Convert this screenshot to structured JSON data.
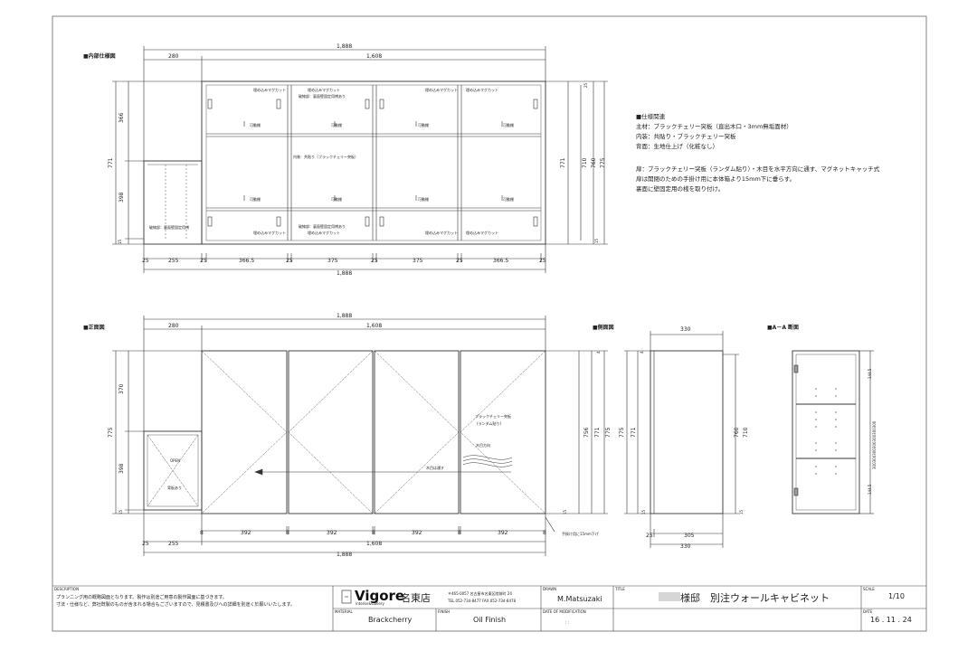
{
  "views": {
    "interior": {
      "title": "■内部仕様図",
      "dim_total": "1,888",
      "dim_left": "280",
      "dim_right": "1,608",
      "dim_h_left": "771",
      "dim_h_upper": "366",
      "dim_h_lower": "398",
      "dim_h_base": "15",
      "dim_r_25": "25",
      "dim_r_710": "710",
      "dim_r_760": "760",
      "dim_r_775": "775",
      "dim_r_771": "771",
      "dim_r_15": "15",
      "bottom_dims": [
        "25",
        "255",
        "25",
        "366.5",
        "25",
        "375",
        "25",
        "375",
        "25",
        "366.5",
        "25"
      ],
      "bottom_total": "1,888",
      "label_movable": "可動棚",
      "label_interior": "内装：共貼り（ブラックチェリー突板）",
      "label_hinge": "埋め込みマグカット",
      "label_panel": "破線部：裏面壁固定用桟あり",
      "label_left_panel": "破線部：裏面壁固定用桟"
    },
    "front": {
      "title": "■正面図",
      "dim_total": "1,888",
      "dim_left": "280",
      "dim_right": "1,608",
      "dim_h_total": "775",
      "dim_h_upper": "370",
      "dim_h_lower": "398",
      "dim_h_base": "15",
      "dim_r_756": "756",
      "dim_r_771": "771",
      "dim_r_775": "775",
      "dim_r_4": "4",
      "dim_r_15": "15",
      "open_label": "OPEN",
      "back_label": "背板あり",
      "veneer_label_1": "ブラックチェリー突板",
      "veneer_label_2": "(ランダム貼り)",
      "grain_label": "木目方向",
      "grain_note": "木目は通す",
      "bottom_dims": [
        "8",
        "392",
        "8",
        "392",
        "8",
        "392",
        "8",
        "392",
        "8"
      ],
      "bottom_left": [
        "25",
        "255"
      ],
      "bottom_mid": "1,608",
      "bottom_total": "1,888",
      "side_note": "手掛け用に15mm下げ"
    },
    "side": {
      "title": "■側面図",
      "dim_top": "330",
      "dim_bottom_inner": "305",
      "dim_bottom_left": "25",
      "dim_bottom_total": "330",
      "dim_h_775": "775",
      "dim_h_771": "771",
      "dim_h_760": "760",
      "dim_h_710": "710",
      "dim_h_4": "4",
      "dim_h_15": "15"
    },
    "section": {
      "title": "■A－A 断面",
      "dim_top": "144.5",
      "dim_bottom": "144.5",
      "dim_mid": "300300300300300300300",
      "dim_mid2": "300300300300300300300300"
    }
  },
  "specs": {
    "heading": "■仕様関連",
    "lines": [
      "主材：ブラックチェリー突板（直出木口・3mm無垢面材）",
      "内装：共貼り・ブラックチェリー突板",
      "背面：生地仕上げ（化粧なし）"
    ],
    "lines2": [
      "扉：ブラックチェリー突板（ランダム貼り）・木目を水平方向に通す、マグネットキャッチ式",
      "扉は開閉のための手掛け用に本体箱より15mm下に垂らす。",
      "裏面に壁固定用の桟を取り付け。"
    ]
  },
  "title_block": {
    "description_label": "DESCRIPTION",
    "description_lines": [
      "プランニング用の概略図面となります。製作は別途ご用意の製作図面に基づきます。",
      "寸法・仕様など、弊社既製のものが含まれる場合もございますので、見積書及びへの詳細を別途く於願いいたします。"
    ],
    "logo_text": "Vigore",
    "logo_sub": "interior&Gallery",
    "store_name": "名東店",
    "address": "〒465-0057 名古屋市名東区陸前町 24",
    "tel": "TEL.052-734-8477  FAX.052-734-8478",
    "material_label": "MATERIAL",
    "material": "Brackcherry",
    "finish_label": "FINISH",
    "finish": "Oil Finish",
    "drawn_label": "DRAWN",
    "drawn": "M.Matsuzaki",
    "mod_label": "DATE OF MODIFICATION",
    "mod_value": ":    :",
    "title_label": "TITLE",
    "title": "様邸　別注ウォールキャビネット",
    "scale_label": "SCALE",
    "scale": "1/10",
    "date_label": "DATE",
    "date": "16 . 11 . 24"
  }
}
